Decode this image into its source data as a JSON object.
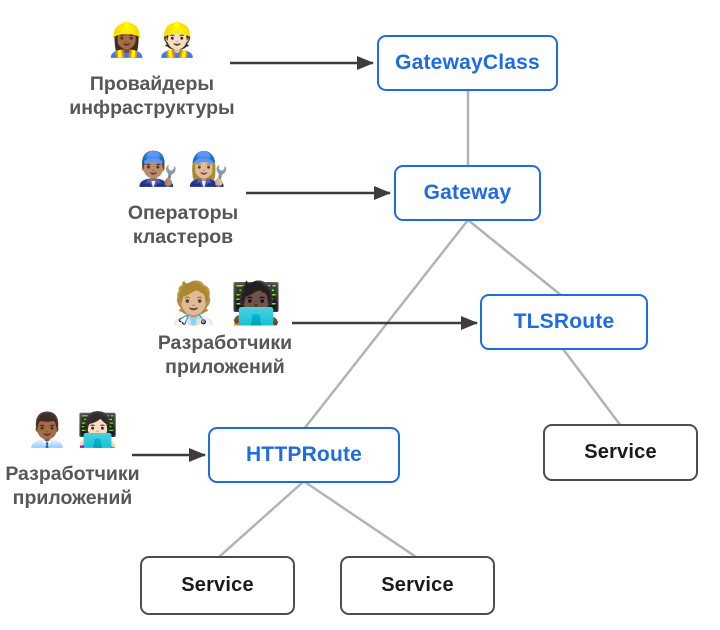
{
  "diagram": {
    "description": "Gateway API resource model",
    "colors": {
      "node_blue": "#1f6ae5",
      "node_dark_border": "#4d4d4d",
      "node_dark_text": "#1a1a1a",
      "connector_gray": "#b3b3b3",
      "arrow_dark": "#3d3d3d",
      "actor_label_gray": "#57575a",
      "background": "#ffffff"
    },
    "nodes": {
      "gatewayclass": {
        "label": "GatewayClass"
      },
      "gateway": {
        "label": "Gateway"
      },
      "tlsroute": {
        "label": "TLSRoute"
      },
      "httproute": {
        "label": "HTTPRoute"
      },
      "service_tls": {
        "label": "Service"
      },
      "service_http_left": {
        "label": "Service"
      },
      "service_http_right": {
        "label": "Service"
      }
    },
    "actors": {
      "infrastructure_providers": {
        "emoji": "👷🏾‍♀️ 👷🏻",
        "label": "Провайдеры\nинфраструктуры"
      },
      "cluster_operators": {
        "emoji": "👨🏽‍🔧 👩🏼‍🔧",
        "label": "Операторы\nкластеров"
      },
      "application_developers_tls": {
        "emoji": "🧑🏼‍⚕️ 🧑🏿‍💻",
        "label": "Разработчики\nприложений"
      },
      "application_developers_http": {
        "emoji": "👨🏾‍💼 👩🏻‍💻",
        "label": "Разработчики\nприложений"
      }
    },
    "edges": [
      {
        "from": "Провайдеры инфраструктуры",
        "to": "GatewayClass",
        "style": "arrow"
      },
      {
        "from": "Операторы кластеров",
        "to": "Gateway",
        "style": "arrow"
      },
      {
        "from": "Разработчики приложений",
        "to": "TLSRoute",
        "style": "arrow"
      },
      {
        "from": "Разработчики приложений",
        "to": "HTTPRoute",
        "style": "arrow"
      },
      {
        "from": "GatewayClass",
        "to": "Gateway",
        "style": "line"
      },
      {
        "from": "Gateway",
        "to": "TLSRoute",
        "style": "line"
      },
      {
        "from": "Gateway",
        "to": "HTTPRoute",
        "style": "line"
      },
      {
        "from": "TLSRoute",
        "to": "Service",
        "style": "line"
      },
      {
        "from": "HTTPRoute",
        "to": "Service",
        "style": "line"
      },
      {
        "from": "HTTPRoute",
        "to": "Service",
        "style": "line"
      }
    ]
  }
}
